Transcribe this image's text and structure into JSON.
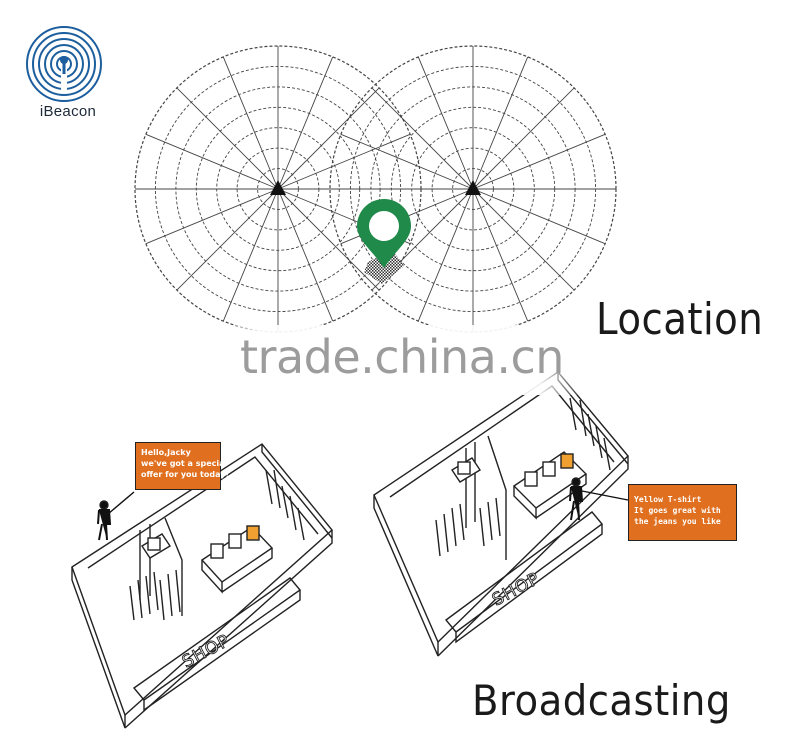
{
  "logo": {
    "icon": "ibeacon-logo-icon",
    "label": "iBeacon",
    "color": "#1d5f9e"
  },
  "location_title": "Location",
  "watermark": "trade.china.cn",
  "pin": {
    "icon": "location-pin-icon",
    "color": "#1f8a4a"
  },
  "shop_left": {
    "sign": "SHOP",
    "bubble": [
      "Hello,Jacky",
      "we've got a special",
      "offer for you today!"
    ]
  },
  "shop_right": {
    "sign": "SHOP",
    "bubble": [
      "Yellow T-shirt",
      "It goes great with",
      "the jeans you like"
    ]
  },
  "broadcasting_title": "Broadcasting",
  "colors": {
    "accent": "#e07020",
    "line": "#222222",
    "radar": "#444444"
  }
}
